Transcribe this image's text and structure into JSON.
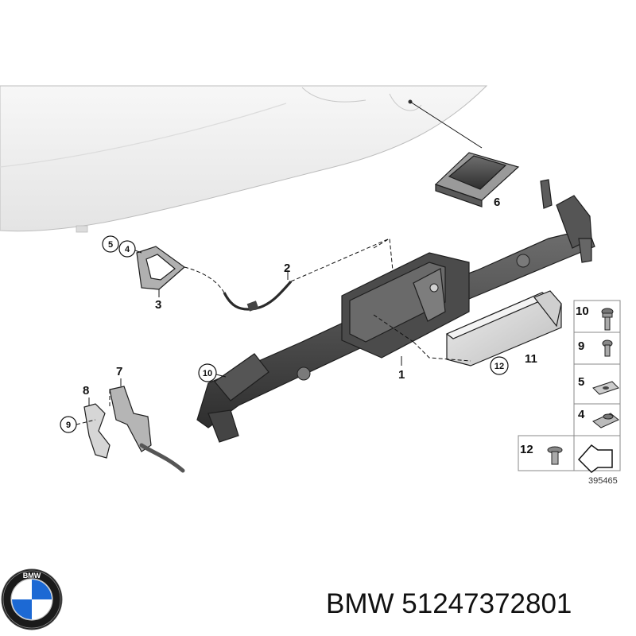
{
  "callouts": {
    "c1": "1",
    "c2": "2",
    "c3": "3",
    "c4": "4",
    "c5": "5",
    "c6": "6",
    "c7": "7",
    "c8": "8",
    "c9": "9",
    "c10": "10",
    "c11": "11",
    "c12": "12"
  },
  "legend": {
    "items": [
      {
        "number": "10"
      },
      {
        "number": "9"
      },
      {
        "number": "5"
      },
      {
        "number": "4"
      },
      {
        "number": "12"
      }
    ],
    "ref_number": "395465"
  },
  "logo": {
    "lettering": "BMW"
  },
  "caption": {
    "brand": "BMW",
    "part_number": "51247372801"
  },
  "colors": {
    "part_dark": "#3a3a3a",
    "part_mid": "#8a8a8a",
    "bumper": "#f0f0f0",
    "logo_blue": "#1c69d4"
  }
}
